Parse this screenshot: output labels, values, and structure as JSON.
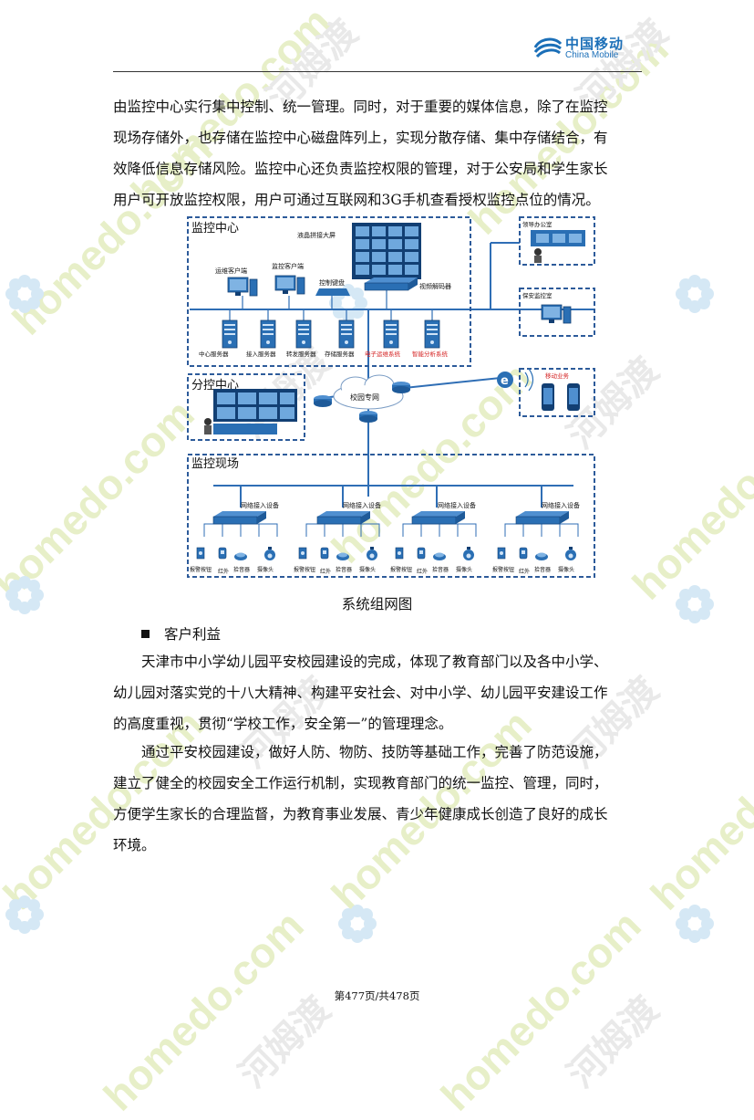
{
  "header": {
    "logo_cn": "中国移动",
    "logo_en": "China Mobile"
  },
  "watermark": {
    "site": "homedo.com",
    "brand": "河姆渡"
  },
  "intro_paragraph": {
    "lines": [
      "由监控中心实行集中控制、统一管理。同时，对于重要的媒体信息，除了在监控",
      "现场存储外，也存储在监控中心磁盘阵列上，实现分散存储、集中存储结合，有",
      "效降低信息存储风险。监控中心还负责监控权限的管理，对于公安局和学生家长",
      "用户可开放监控权限，用户可通过互联网和3G手机查看授权监控点位的情况。"
    ]
  },
  "diagram": {
    "monitoring_center": "监控中心",
    "video_wall": "液晶拼接大屏",
    "ops_client": "运维客户端",
    "monitor_client": "监控客户端",
    "control_keyboard": "控制键盘",
    "video_decoder": "视频解码器",
    "servers": [
      "中心服务器",
      "接入服务器",
      "转发服务器",
      "存储服务器"
    ],
    "red_systems": [
      "电子运维系统",
      "智能分析系统"
    ],
    "leader_office": "领导办公室",
    "security_room": "保安监控室",
    "mobile_service": "移动业务",
    "branch_center": "分控中心",
    "campus_network": "校园专网",
    "site": "监控现场",
    "access_device": "网络接入设备",
    "site_devices": [
      "报警按钮",
      "红外",
      "拾音器",
      "摄像头"
    ],
    "colors": {
      "border": "#2d5b9a",
      "device": "#2a6fb4",
      "line": "#2f6eb5",
      "red_text": "#d42020"
    }
  },
  "caption": "系统组网图",
  "section_title": "客户利益",
  "benefit_paragraph_1": {
    "lines": [
      "天津市中小学幼儿园平安校园建设的完成，体现了教育部门以及各中小学、",
      "幼儿园对落实党的十八大精神、构建平安社会、对中小学、幼儿园平安建设工作",
      "的高度重视，贯彻“学校工作，安全第一”的管理理念。"
    ]
  },
  "benefit_paragraph_2": {
    "lines": [
      "通过平安校园建设，做好人防、物防、技防等基础工作，完善了防范设施，",
      "建立了健全的校园安全工作运行机制，实现教育部门的统一监控、管理，同时，",
      "方便学生家长的合理监督，为教育事业发展、青少年健康成长创造了良好的成长",
      "环境。"
    ]
  },
  "footer": {
    "page_info": "第477页/共478页"
  }
}
